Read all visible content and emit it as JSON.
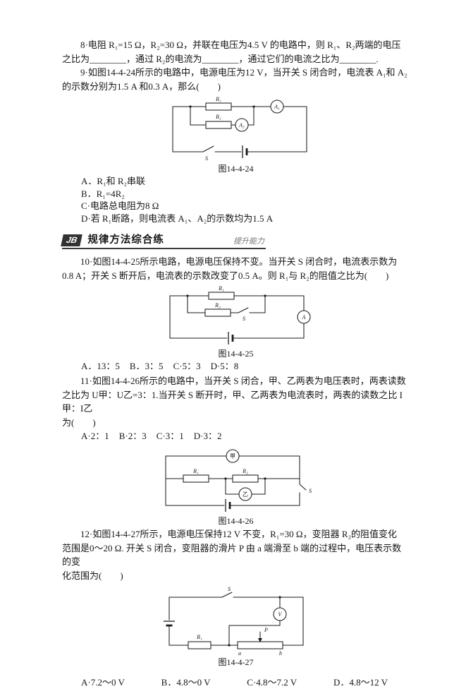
{
  "doc": {
    "q8": {
      "lines": [
        "8·电阻 R₁=15 Ω，R₂=30 Ω，并联在电压为4.5 V 的电路中，则 R₁、R₂两端的电压",
        "之比为________，通过 R₂的电流为________，通过它们的电流之比为________."
      ]
    },
    "q9": {
      "lines": [
        "9·如图14-4-24所示的电路中，电源电压为12 V，当开关 S 闭合时，电流表 A₁和 A₂",
        "的示数分别为1.5 A 和0.3 A，那么(　　)"
      ],
      "options": [
        "A．R₁和 R₂串联",
        "B．R₁=4R₂",
        "C·电路总电阻为8 Ω",
        "D·若 R₁断路，则电流表 A₁、A₂的示数均为1.5 A"
      ],
      "figure": {
        "caption": "图14-4-24",
        "r1": "R₁",
        "r2": "R₂",
        "a1": "A₁",
        "a2": "A₂",
        "s": "S"
      }
    },
    "banner": {
      "logo": "JB",
      "title": "规律方法综合练",
      "subtitle": "提升能力"
    },
    "q10": {
      "lines": [
        "10·如图14-4-25所示电路，电源电压保持不变。当开关 S 闭合时，电流表示数为",
        "0.8 A；开关 S 断开后，电流表的示数改变了0.5 A。则 R₁与 R₂的阻值之比为(　　)"
      ],
      "options": [
        "A．13：5",
        "B．3：5",
        "C·5：3",
        "D·5：8"
      ],
      "figure": {
        "caption": "图14-4-25",
        "r1": "R₁",
        "r2": "R₂",
        "a": "A",
        "s": "S"
      }
    },
    "q11": {
      "lines": [
        "11·如图14-4-26所示的电路中，当开关 S 闭合，甲、乙两表为电压表时，两表读数",
        "之比为 U甲：U乙=3：1.当开关 S 断开时，甲、乙两表为电流表时，两表的读数之比 I甲：I乙",
        "为(　　)"
      ],
      "options": [
        "A·2：1",
        "B·2：3",
        "C·3：1",
        "D·3：2"
      ],
      "figure": {
        "caption": "图14-4-26",
        "r1": "R₁",
        "r2": "R₂",
        "jia": "甲",
        "yi": "乙",
        "s": "S"
      }
    },
    "q12": {
      "lines": [
        "12·如图14-4-27所示，电源电压保持12 V 不变，R₁=30 Ω，变阻器 R₂的阻值变化",
        "范围是0～20 Ω. 开关 S 闭合，变阻器的滑片 P 由 a 端滑至 b 端的过程中，电压表示数的变",
        "化范围为(　　)"
      ],
      "options": [
        "A·7.2～0 V",
        "B．4.8～0 V",
        "C·4.8～7.2 V",
        "D．4.8～12 V"
      ],
      "figure": {
        "caption": "图14-4-27",
        "s": "S",
        "v": "V",
        "r1": "R₁",
        "p": "P",
        "a": "a",
        "b": "b"
      }
    }
  }
}
